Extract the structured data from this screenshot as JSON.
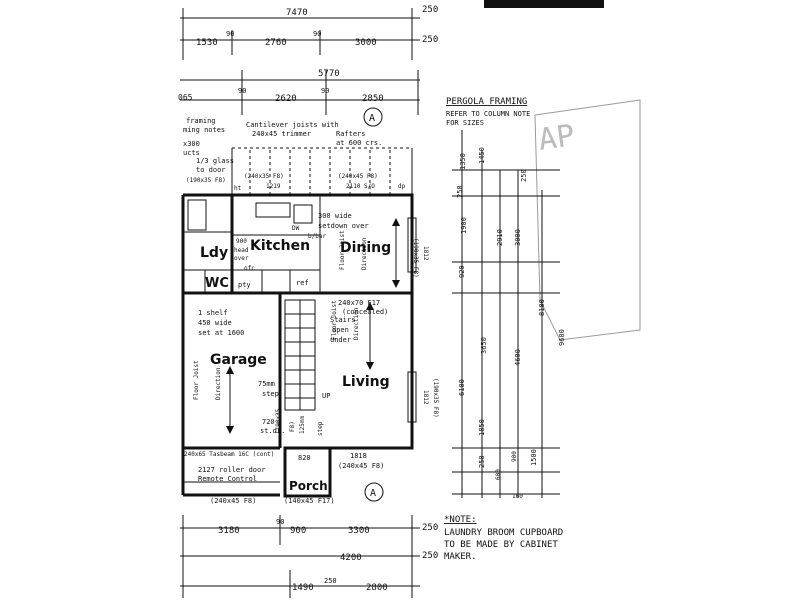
{
  "dims": {
    "top_overall": "7470",
    "top_segments": [
      "1530",
      "90",
      "2760",
      "90",
      "3000"
    ],
    "top_250a": "250",
    "top_250b": "250",
    "second_overall": "5770",
    "third_segments": [
      "065",
      "90",
      "2620",
      "90",
      "2850"
    ],
    "bottom_segments": [
      "3180",
      "90",
      "900",
      "3300"
    ],
    "bottom_250a": "250",
    "bottom_4200": "4200",
    "bottom_250b": "250",
    "bottom_last": [
      "1490",
      "250",
      "2800"
    ],
    "right_chain_1": [
      "1350",
      "250",
      "1900",
      "920",
      "1450",
      "3650",
      "1850",
      "250",
      "600",
      "900",
      "160"
    ],
    "right_chain_2": [
      "1450",
      "2910",
      "4600",
      "900",
      "1500"
    ],
    "right_chain_3": [
      "3000",
      "8100"
    ],
    "right_9600": "9600",
    "right_6100": "6100",
    "right_250": "250"
  },
  "notes": {
    "framing_left": "framing",
    "framing_left2": "ming notes",
    "x300": "x300",
    "ucts": "ucts",
    "cantilever": "Cantilever joists with",
    "trimmer": "240x45 trimmer",
    "rafters": "Rafters",
    "at600": "at 600 crs.",
    "glass": "1/3 glass",
    "to_door": "to door",
    "f8_a": "(190x35 F8)",
    "f8_b": "(240x45 F8)",
    "b_240x35": "(240x35 F8)",
    "n1219": "1219",
    "n2110": "2110 S/O",
    "ht": "ht",
    "dp": "dp",
    "n300wide": "300 wide",
    "setdown": "setdown over",
    "bbar": "b/bar",
    "dw": "DW",
    "n900": "900",
    "head": "head",
    "over": "over",
    "ofc": "ofc",
    "pty": "pty",
    "ref": "ref",
    "floor_joist": "Floor Joist",
    "direction": "Direction",
    "n1812a": "1812",
    "f8_c": "(190x35 F8)",
    "beam_f17": "240x70 F17",
    "concealed": "(concealed)",
    "one_shelf": "1 shelf",
    "n450": "450 wide",
    "set1600": "set at 1600",
    "stairs": "Stairs",
    "open": "open",
    "under": "under",
    "step75": "75mm",
    "step_word": "step",
    "n720": "720",
    "stdr": "st.dr.",
    "up": "UP",
    "f8_d": "(190x35",
    "f8_e": "F8)",
    "step125": "125mm",
    "step2": "step",
    "n1818": "1818",
    "f8_f": "(240x45 F8)",
    "n820": "820",
    "tasbeam": "240x65 Tasbeam 16C (cont)",
    "roller": "2127 roller door",
    "remote": "Remote Control",
    "f8_g": "(240x45 F8)",
    "f17": "(140x45 F17)",
    "n1812b": "1812",
    "f8_h": "(190x35 F8)"
  },
  "rooms": {
    "kitchen": "Kitchen",
    "dining": "Dining",
    "lounge": "Ldy",
    "wc": "WC",
    "garage": "Garage",
    "living": "Living",
    "porch": "Porch"
  },
  "section_marker": "A",
  "pergola": {
    "title": "PERGOLA FRAMING",
    "line1": "REFER TO COLUMN NOTE",
    "line2": "FOR SIZES"
  },
  "footnote": {
    "title": "*NOTE:",
    "line1": "LAUNDRY BROOM CUPBOARD",
    "line2": "TO BE MADE BY CABINET",
    "line3": "MAKER."
  },
  "stamp_text": "AP"
}
